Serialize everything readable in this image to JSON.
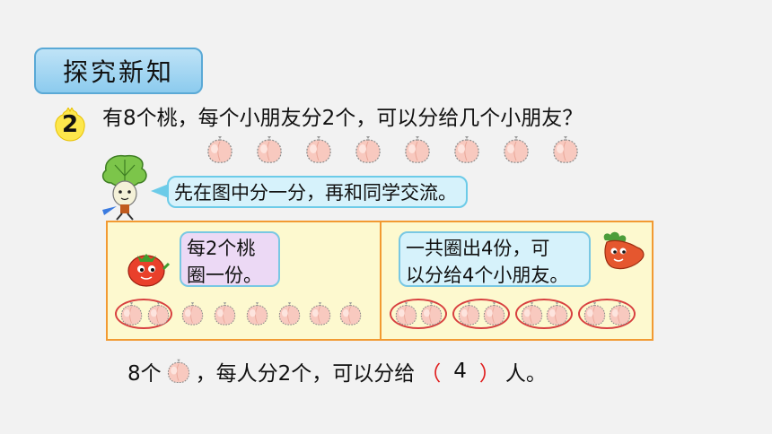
{
  "section_title": "探究新知",
  "question_number": "2",
  "question_text": "有8个桃，每个小朋友分2个，可以分给几个小朋友？",
  "peach_count": 8,
  "hint_text": "先在图中分一分，再和同学交流。",
  "left_panel": {
    "bubble_line1": "每2个桃",
    "bubble_line2": "圈一份。"
  },
  "right_panel": {
    "bubble_line1": "一共圈出4份，可",
    "bubble_line2": "以分给4个小朋友。"
  },
  "answer": {
    "prefix": "8个",
    "middle": "，每人分2个，可以分给",
    "left_paren": "（",
    "value": "4",
    "right_paren": "）",
    "suffix": "人。"
  },
  "colors": {
    "panel_border": "#f29a32",
    "panel_fill": "#fdf9cf",
    "ring": "#d84040",
    "answer_paren": "#e02020"
  },
  "icons": [
    "chick-number-badge-icon",
    "peach-icon",
    "cabbage-character-icon",
    "tomato-character-icon",
    "carrot-character-icon"
  ]
}
